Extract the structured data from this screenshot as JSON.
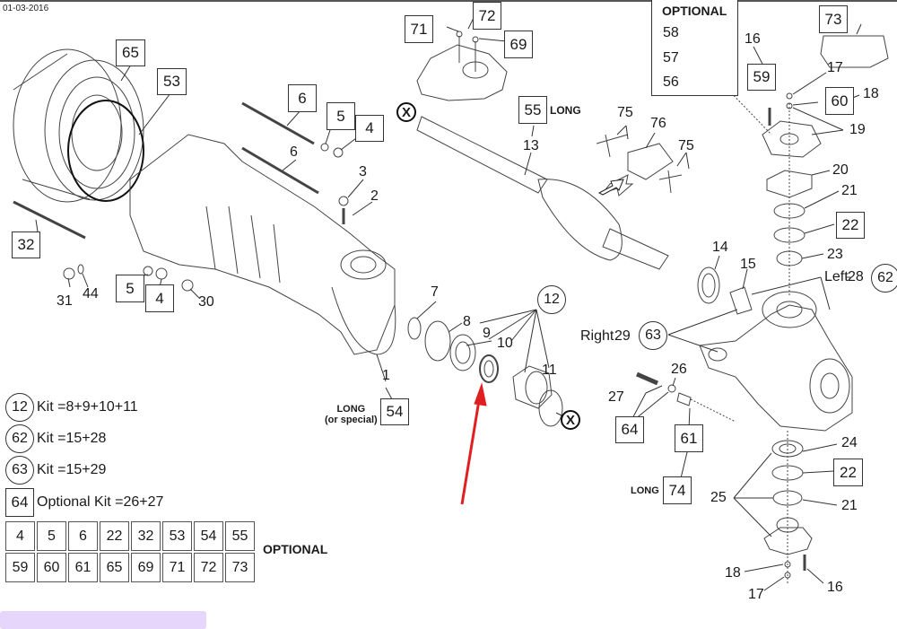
{
  "header": {
    "date": "01-03-2016"
  },
  "optional_panel": {
    "title": "OPTIONAL",
    "items": [
      "58",
      "57",
      "56"
    ]
  },
  "callouts": {
    "c1": "1",
    "c2": "2",
    "c3": "3",
    "c6b": "6",
    "c7": "7",
    "c8": "8",
    "c9": "9",
    "c10": "10",
    "c11": "11",
    "c13": "13",
    "c14": "14",
    "c15": "15",
    "c16a": "16",
    "c16b": "16",
    "c17a": "17",
    "c17b": "17",
    "c18a": "18",
    "c18b": "18",
    "c19": "19",
    "c20": "20",
    "c21a": "21",
    "c21b": "21",
    "c23": "23",
    "c24": "24",
    "c25": "25",
    "c26": "26",
    "c27": "27",
    "c30": "30",
    "c31": "31",
    "c44": "44",
    "c75a": "75",
    "c75b": "75",
    "c76": "76",
    "left_label": "Left",
    "c28": "28",
    "right_label": "Right",
    "c29": "29"
  },
  "boxed": {
    "b65": "65",
    "b53": "53",
    "b6": "6",
    "b5a": "5",
    "b4a": "4",
    "b5b": "5",
    "b4b": "4",
    "b32": "32",
    "b71": "71",
    "b72": "72",
    "b69": "69",
    "b55": "55",
    "b59": "59",
    "b60": "60",
    "b73": "73",
    "b22a": "22",
    "b22b": "22",
    "b54": "54",
    "b64": "64",
    "b61": "61",
    "b74": "74"
  },
  "circled": {
    "k12": "12",
    "k62": "62",
    "k63": "63"
  },
  "notes": {
    "long_55": "LONG",
    "long_54_line1": "LONG",
    "long_54_line2": "(or special)",
    "long_74": "LONG",
    "x_mark": "X"
  },
  "legend": {
    "kits": [
      {
        "id": "12",
        "shape": "circle",
        "text": "Kit =8+9+10+11"
      },
      {
        "id": "62",
        "shape": "circle",
        "text": "Kit =15+28"
      },
      {
        "id": "63",
        "shape": "circle",
        "text": "Kit =15+29"
      },
      {
        "id": "64",
        "shape": "box",
        "text": "Optional Kit =26+27"
      }
    ],
    "optional_grid": [
      "4",
      "5",
      "6",
      "22",
      "32",
      "53",
      "54",
      "55",
      "59",
      "60",
      "61",
      "65",
      "69",
      "71",
      "72",
      "73"
    ],
    "optional_label": "OPTIONAL"
  },
  "annotation": {
    "arrow_color": "#e02020",
    "points_to": "10"
  }
}
